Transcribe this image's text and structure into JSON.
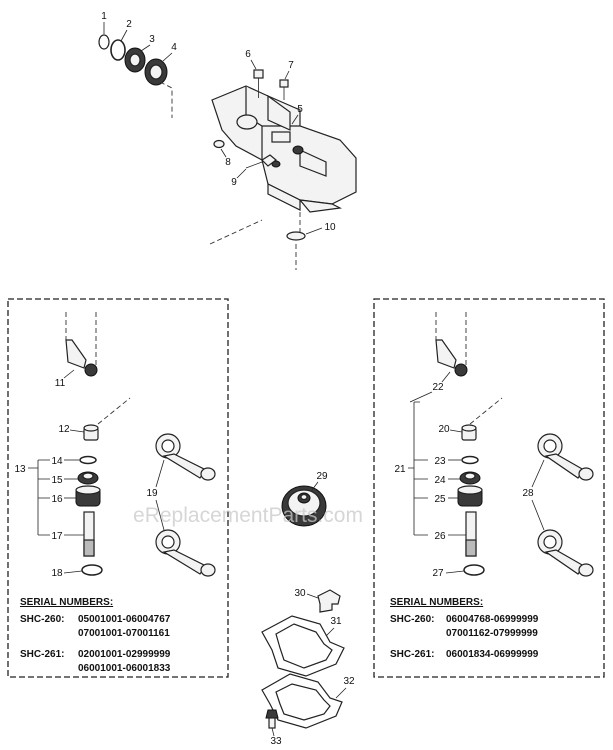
{
  "callouts": [
    "1",
    "2",
    "3",
    "4",
    "5",
    "6",
    "7",
    "8",
    "9",
    "10",
    "11",
    "12",
    "13",
    "14",
    "15",
    "16",
    "17",
    "18",
    "19",
    "20",
    "21",
    "22",
    "23",
    "24",
    "25",
    "26",
    "27",
    "28",
    "29",
    "30",
    "31",
    "32",
    "33"
  ],
  "left_panel": {
    "heading": "SERIAL NUMBERS:",
    "shc260_label": "SHC-260:",
    "shc260_line1": "05001001-06004767",
    "shc260_line2": "07001001-07001161",
    "shc261_label": "SHC-261:",
    "shc261_line1": "02001001-02999999",
    "shc261_line2": "06001001-06001833"
  },
  "right_panel": {
    "heading": "SERIAL NUMBERS:",
    "shc260_label": "SHC-260:",
    "shc260_line1": "06004768-06999999",
    "shc260_line2": "07001162-07999999",
    "shc261_label": "SHC-261:",
    "shc261_line1": "06001834-06999999"
  },
  "watermark": "eReplacementParts.com"
}
